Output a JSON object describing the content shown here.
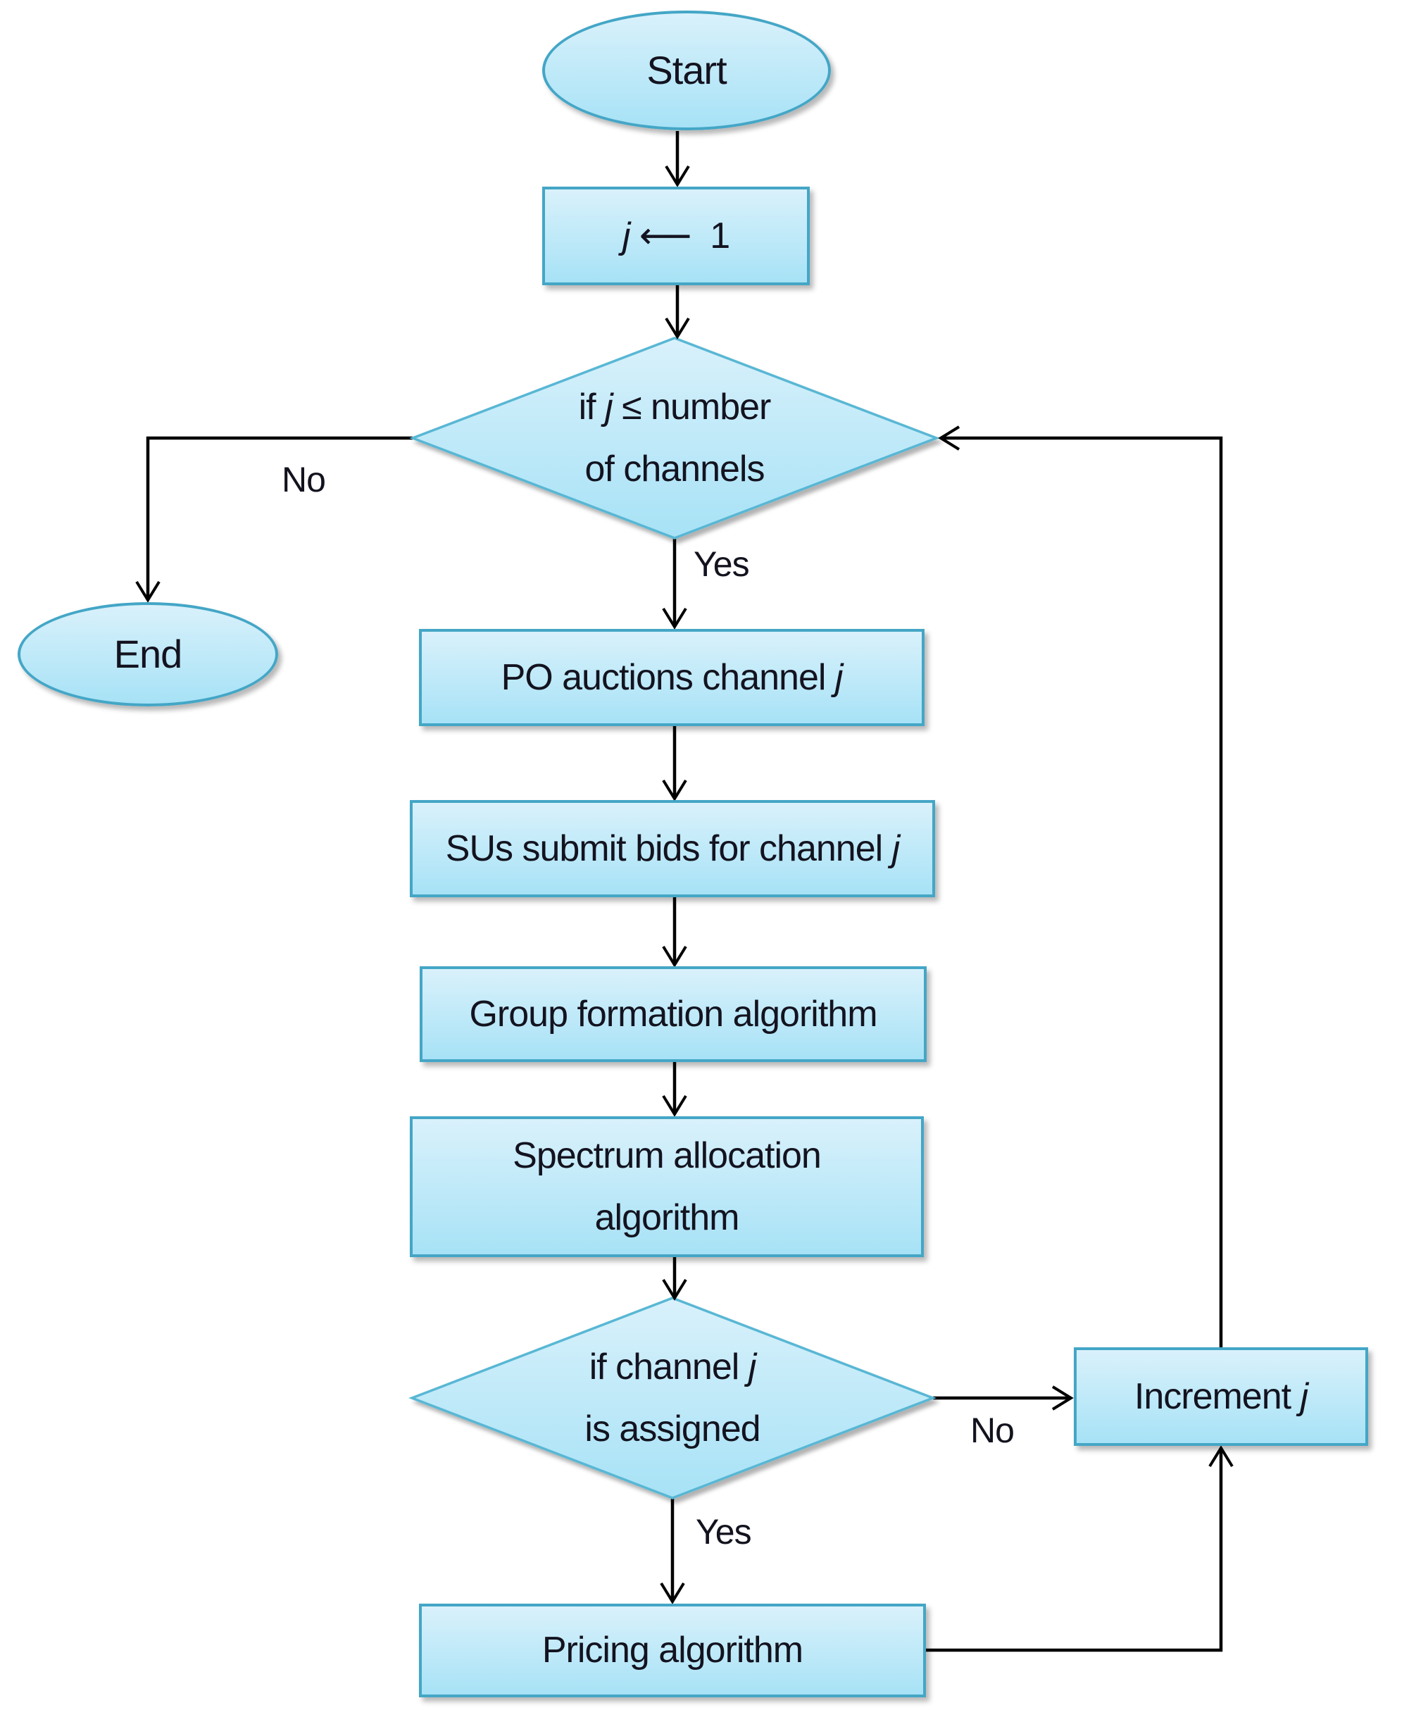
{
  "colors": {
    "node_fill_top": "#d9f1fb",
    "node_fill_bottom": "#a7e2f6",
    "node_border": "#44a6c6",
    "diamond_border": "#58b7d4",
    "connector": "#000000",
    "text": "#13131f",
    "background": "#ffffff"
  },
  "nodes": {
    "start": {
      "type": "terminator",
      "lines": [
        [
          {
            "t": "Start"
          }
        ]
      ]
    },
    "init": {
      "type": "process",
      "lines": [
        [
          {
            "t": "j",
            "i": true
          },
          {
            "t": " ⟵  1"
          }
        ]
      ]
    },
    "check_channels": {
      "type": "decision",
      "lines": [
        [
          {
            "t": "if "
          },
          {
            "t": "j",
            "i": true
          },
          {
            "t": " ≤ number"
          }
        ],
        [
          {
            "t": "of channels"
          }
        ]
      ]
    },
    "end": {
      "type": "terminator",
      "lines": [
        [
          {
            "t": "End"
          }
        ]
      ]
    },
    "po_auctions": {
      "type": "process",
      "lines": [
        [
          {
            "t": "PO auctions channel "
          },
          {
            "t": "j",
            "i": true
          }
        ]
      ]
    },
    "sus_bids": {
      "type": "process",
      "lines": [
        [
          {
            "t": "SUs submit bids for channel "
          },
          {
            "t": "j",
            "i": true
          }
        ]
      ]
    },
    "group_formation": {
      "type": "process",
      "lines": [
        [
          {
            "t": "Group formation algorithm"
          }
        ]
      ]
    },
    "spectrum_allocation": {
      "type": "process",
      "lines": [
        [
          {
            "t": "Spectrum allocation"
          }
        ],
        [
          {
            "t": "algorithm"
          }
        ]
      ]
    },
    "check_assigned": {
      "type": "decision",
      "lines": [
        [
          {
            "t": "if channel "
          },
          {
            "t": "j",
            "i": true
          }
        ],
        [
          {
            "t": "is assigned"
          }
        ]
      ]
    },
    "increment": {
      "type": "process",
      "lines": [
        [
          {
            "t": "Increment "
          },
          {
            "t": "j",
            "i": true
          }
        ]
      ]
    },
    "pricing": {
      "type": "process",
      "lines": [
        [
          {
            "t": "Pricing algorithm"
          }
        ]
      ]
    }
  },
  "edge_labels": {
    "channels_yes": "Yes",
    "channels_no": "No",
    "assigned_yes": "Yes",
    "assigned_no": "No"
  }
}
